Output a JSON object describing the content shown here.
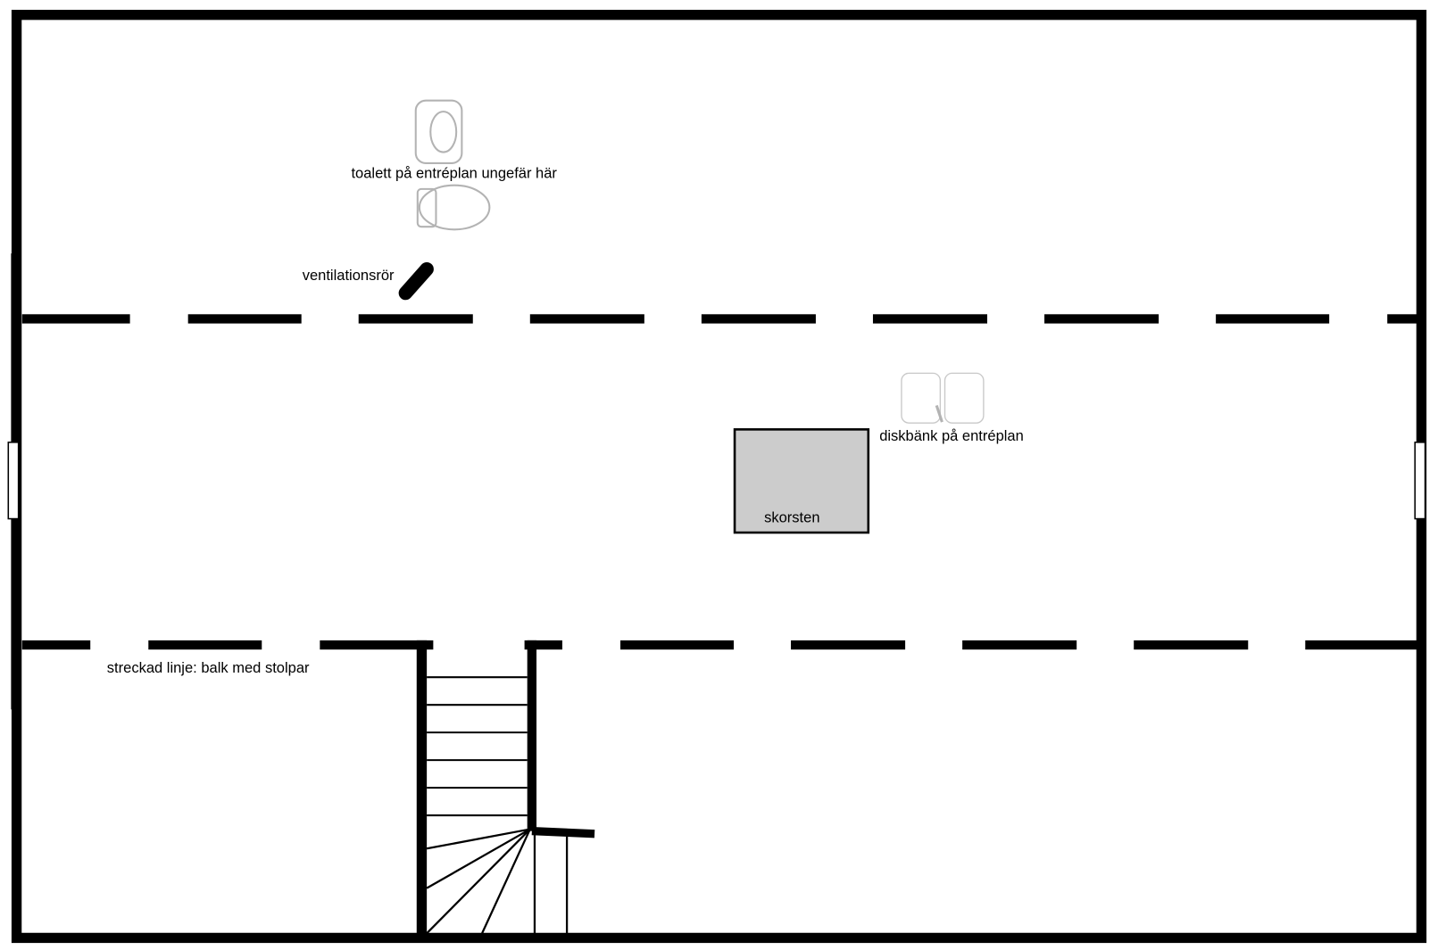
{
  "labels": {
    "toilet": "toalett på entréplan ungefär här",
    "vent_pipe": "ventilationsrör",
    "sink": "diskbänk på entréplan",
    "chimney": "skorsten",
    "legend": "streckad linje: balk med stolpar"
  },
  "colors": {
    "wall": "#000000",
    "chimney_fill": "#cccccc",
    "fixture_outline": "#b3b3b3"
  }
}
